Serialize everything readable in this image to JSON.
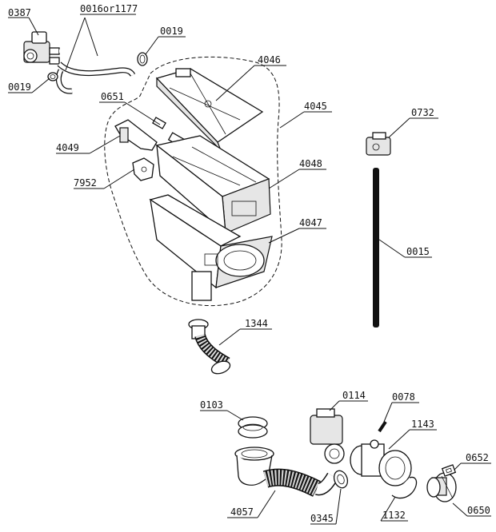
{
  "labels": {
    "l0387": "0387",
    "l0016": "0016or1177",
    "l0019a": "0019",
    "l0019b": "0019",
    "l4046": "4046",
    "l0651": "0651",
    "l4045": "4045",
    "l0732": "0732",
    "l4049": "4049",
    "l4048": "4048",
    "l7952": "7952",
    "l4047": "4047",
    "l0015": "0015",
    "l1344": "1344",
    "l0103": "0103",
    "l0114": "0114",
    "l0078": "0078",
    "l1143": "1143",
    "l0652": "0652",
    "l4057": "4057",
    "l0345": "0345",
    "l1132": "1132",
    "l0650": "0650"
  }
}
